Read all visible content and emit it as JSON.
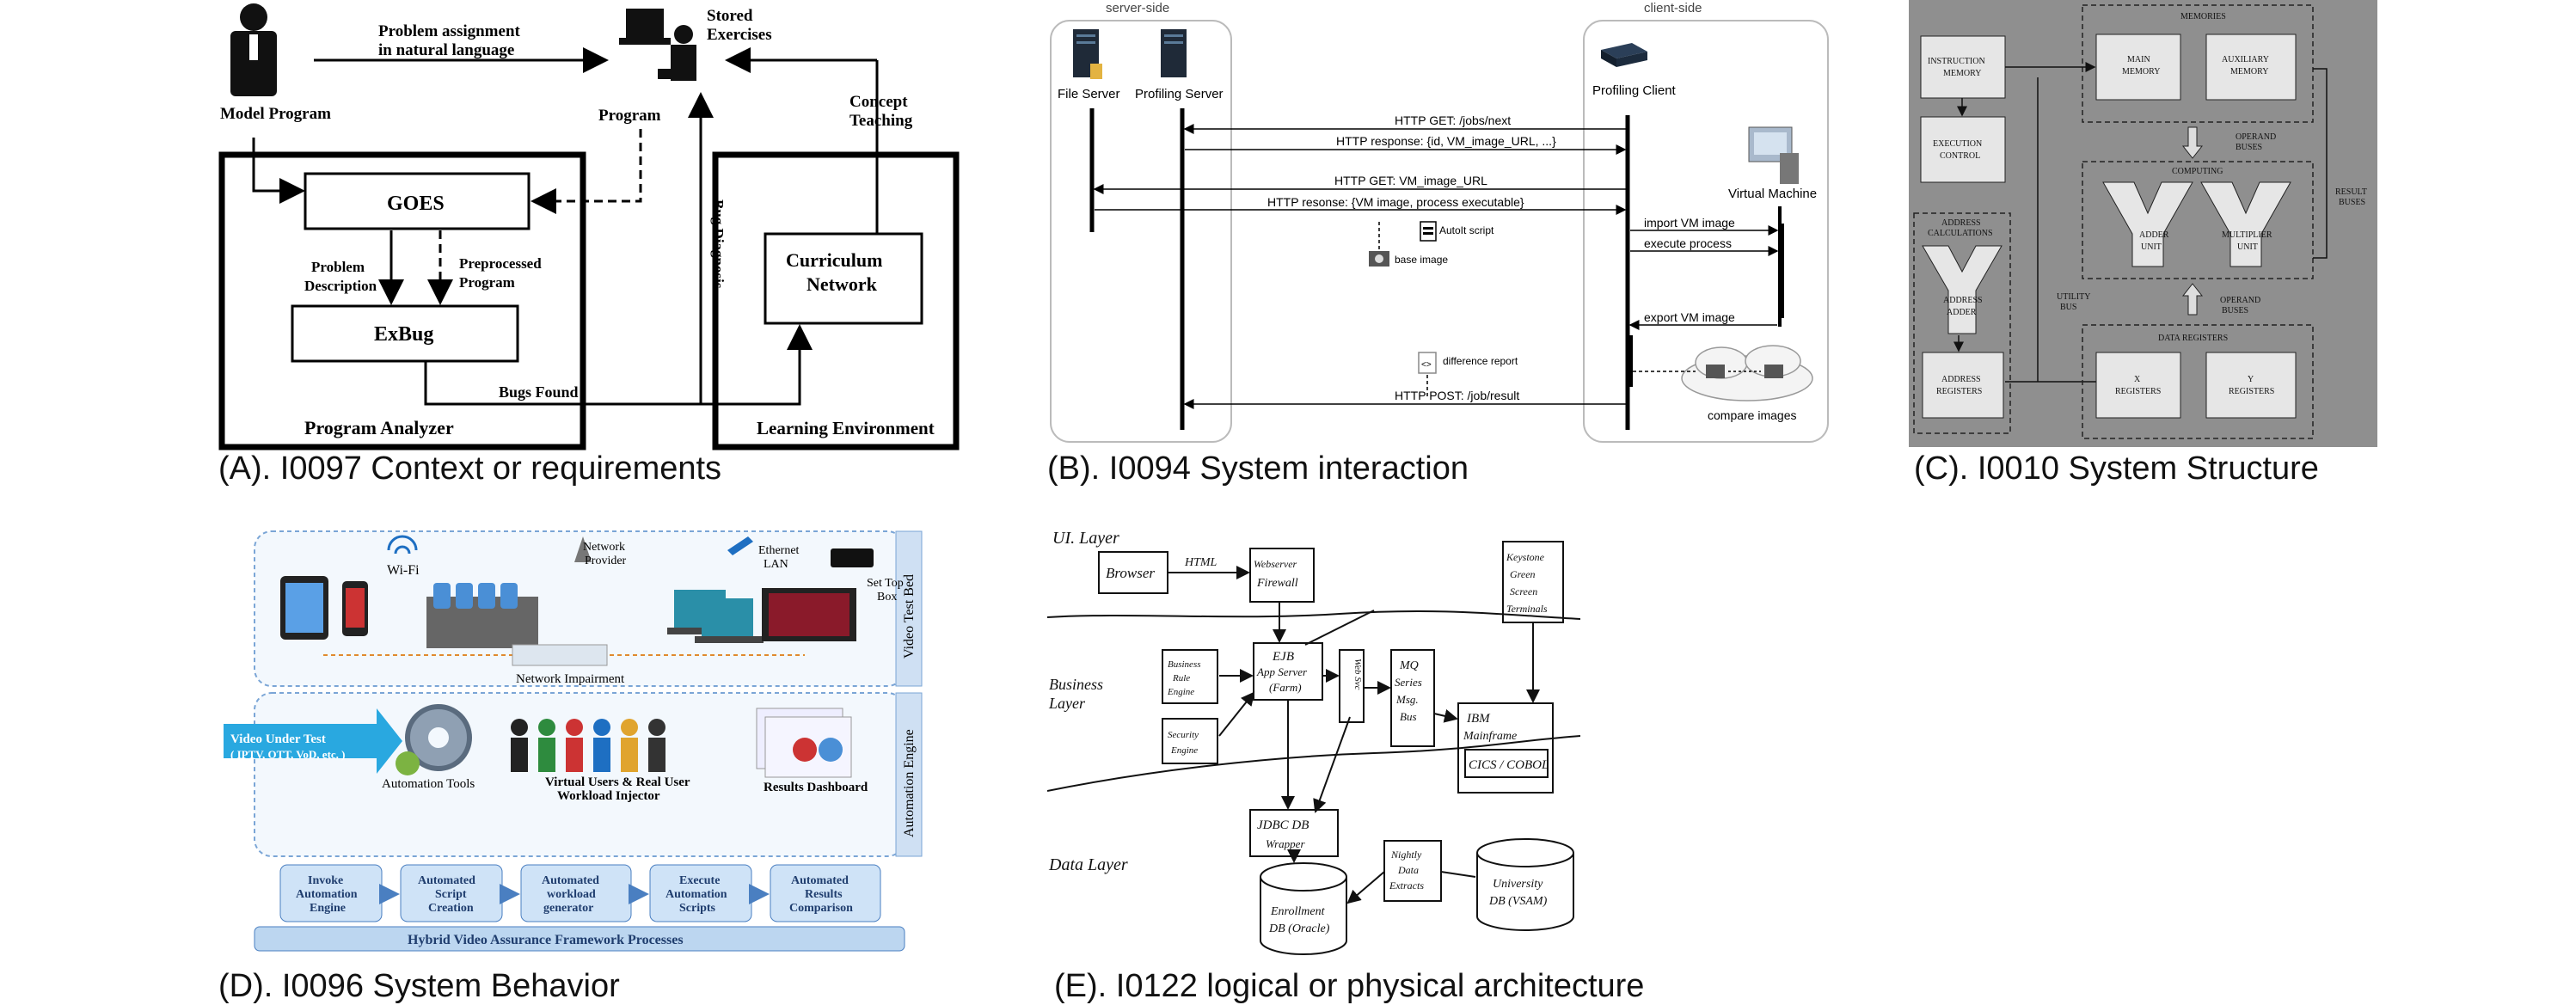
{
  "panels": {
    "A": {
      "caption": "(A). I0097 Context or requirements",
      "model_program": "Model Program",
      "problem_assignment_1": "Problem assignment",
      "problem_assignment_2": "in natural language",
      "program": "Program",
      "stored_1": "Stored",
      "stored_2": "Exercises",
      "concept_1": "Concept",
      "concept_2": "Teaching",
      "goes": "GOES",
      "problem_desc_1": "Problem",
      "problem_desc_2": "Description",
      "preprocessed_1": "Preprocessed",
      "preprocessed_2": "Program",
      "exbug": "ExBug",
      "bug_diagnosis": "Bug Diagnosis",
      "curriculum_1": "Curriculum",
      "curriculum_2": "Network",
      "bugs_found": "Bugs Found",
      "program_analyzer": "Program Analyzer",
      "learning_environment": "Learning Environment"
    },
    "B": {
      "caption": "(B). I0094 System interaction",
      "server_side": "server-side",
      "client_side": "client-side",
      "file_server": "File Server",
      "profiling_server": "Profiling Server",
      "profiling_client": "Profiling Client",
      "virtual_machine": "Virtual Machine",
      "msg1": "HTTP GET: /jobs/next",
      "msg2": "HTTP response: {id, VM_image_URL, ...}",
      "msg3": "HTTP GET: VM_image_URL",
      "msg4": "HTTP resonse: {VM image, process executable}",
      "autoit": "AutoIt script",
      "base_image": "base image",
      "import_vm": "import VM image",
      "execute": "execute process",
      "export_vm": "export VM image",
      "diff_report": "difference report",
      "post": "HTTP POST: /job/result",
      "compare": "compare images"
    },
    "C": {
      "caption": "(C). I0010 System Structure",
      "memories": "MEMORIES",
      "instruction_memory_1": "INSTRUCTION",
      "instruction_memory_2": "MEMORY",
      "main_memory_1": "MAIN",
      "main_memory_2": "MEMORY",
      "aux_memory_1": "AUXILIARY",
      "aux_memory_2": "MEMORY",
      "execution_control_1": "EXECUTION",
      "execution_control_2": "CONTROL",
      "operand_buses_top_1": "OPERAND",
      "operand_buses_top_2": "BUSES",
      "computing": "COMPUTING",
      "adder_unit_1": "ADDER",
      "adder_unit_2": "UNIT",
      "multiplier_unit_1": "MULTIPLIER",
      "multiplier_unit_2": "UNIT",
      "result_buses_1": "RESULT",
      "result_buses_2": "BUSES",
      "address_calc_1": "ADDRESS",
      "address_calc_2": "CALCULATIONS",
      "address_adder_1": "ADDRESS",
      "address_adder_2": "ADDER",
      "utility_bus_1": "UTILITY",
      "utility_bus_2": "BUS",
      "operand_buses_bot_1": "OPERAND",
      "operand_buses_bot_2": "BUSES",
      "data_registers": "DATA REGISTERS",
      "address_registers_1": "ADDRESS",
      "address_registers_2": "REGISTERS",
      "x_registers_1": "X",
      "x_registers_2": "REGISTERS",
      "y_registers_1": "Y",
      "y_registers_2": "REGISTERS"
    },
    "D": {
      "caption": "(D). I0096 System Behavior",
      "wifi": "Wi-Fi",
      "network_provider_1": "Network",
      "network_provider_2": "Provider",
      "ethernet_1": "Ethernet",
      "ethernet_2": "LAN",
      "set_top_1": "Set Top",
      "set_top_2": "Box",
      "network_impairment": "Network Impairment",
      "video_test_bed": "Video Test Bed",
      "automation_engine": "Automation Engine",
      "video_under_test_1": "Video Under Test",
      "video_under_test_2": "( IPTV, OTT, VoD, etc. )",
      "automation_tools": "Automation Tools",
      "virtual_users_1": "Virtual Users & Real User",
      "virtual_users_2": "Workload Injector",
      "results_dashboard": "Results Dashboard",
      "steps": [
        [
          "Invoke",
          "Automation",
          "Engine"
        ],
        [
          "Automated",
          "Script",
          "Creation"
        ],
        [
          "Automated",
          "workload",
          "generator"
        ],
        [
          "Execute",
          "Automation",
          "Scripts"
        ],
        [
          "Automated",
          "Results",
          "Comparison"
        ]
      ],
      "framework": "Hybrid Video Assurance Framework Processes"
    },
    "E": {
      "caption": "(E). I0122 logical or physical architecture",
      "ui_layer": "UI. Layer",
      "business_layer_1": "Business",
      "business_layer_2": "Layer",
      "data_layer": "Data Layer",
      "browser": "Browser",
      "html": "HTML",
      "webserver_1": "Webserver",
      "webserver_2": "Firewall",
      "green_1": "Keystone",
      "green_2": "Green",
      "green_3": "Screen",
      "green_4": "Terminals",
      "business_rule_1": "Business",
      "business_rule_2": "Rule",
      "business_rule_3": "Engine",
      "ejb_1": "EJB",
      "ejb_2": "App Server",
      "ejb_3": "(Farm)",
      "web_svc": "Web Svc",
      "mq_1": "MQ",
      "mq_2": "Series",
      "mq_3": "Msg.",
      "mq_4": "Bus",
      "security_1": "Security",
      "security_2": "Engine",
      "ibm_1": "IBM",
      "ibm_2": "Mainframe",
      "cics": "CICS / COBOL",
      "jdbc_1": "JDBC DB",
      "jdbc_2": "Wrapper",
      "nightly_1": "Nightly",
      "nightly_2": "Data",
      "nightly_3": "Extracts",
      "enrollment_1": "Enrollment",
      "enrollment_2": "DB (Oracle)",
      "university_1": "University",
      "university_2": "DB (VSAM)"
    }
  }
}
